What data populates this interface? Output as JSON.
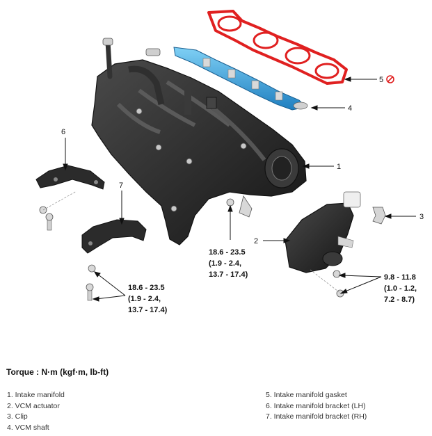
{
  "callouts": {
    "c1": "1",
    "c2": "2",
    "c3": "3",
    "c4": "4",
    "c5": "5",
    "c6": "6",
    "c7": "7"
  },
  "torque_specs": {
    "center": [
      "18.6 - 23.5",
      "(1.9 - 2.4,",
      "13.7 - 17.4)"
    ],
    "left": [
      "18.6 - 23.5",
      "(1.9 - 2.4,",
      "13.7 - 17.4)"
    ],
    "right": [
      "9.8 - 11.8",
      "(1.0 - 1.2,",
      "7.2 - 8.7)"
    ]
  },
  "torque_heading": "Torque : N·m (kgf·m, lb-ft)",
  "legend": {
    "left": [
      "1. Intake manifold",
      "2. VCM actuator",
      "3. Clip",
      "4. VCM shaft"
    ],
    "right": [
      "5. Intake manifold gasket",
      "6. Intake manifold bracket (LH)",
      "7. Intake manifold bracket (RH)"
    ]
  },
  "colors": {
    "gasket": "#e02020",
    "vcm_shaft": "#3aa6e0",
    "manifold": "#2a2a2a"
  },
  "icons": {
    "gasket_note": "do-not-reuse-icon"
  }
}
